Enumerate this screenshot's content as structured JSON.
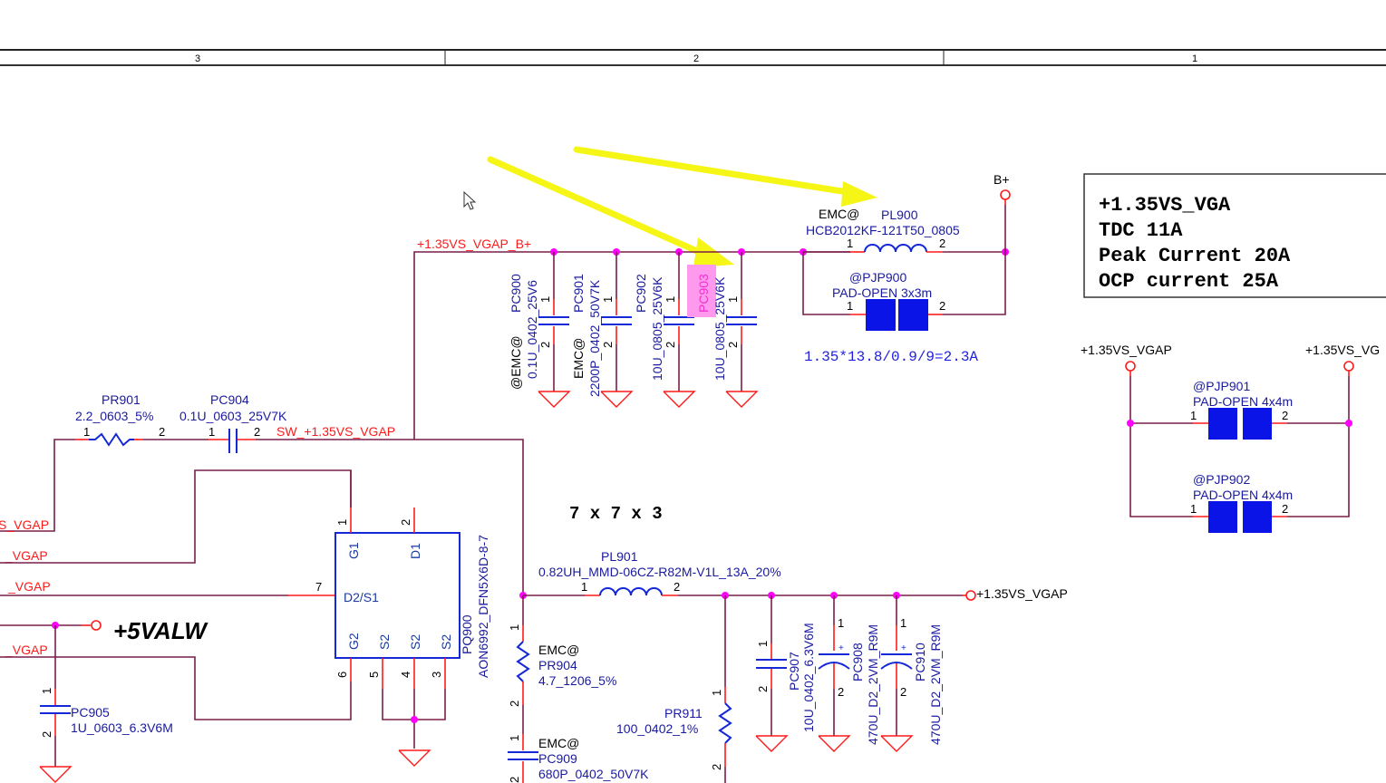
{
  "zone_strip": {
    "zones": [
      "3",
      "2",
      "1"
    ]
  },
  "nets": {
    "vgap_b_plus": "+1.35VS_VGAP_B+",
    "sw_net": "SW_+1.35VS_VGAP",
    "b_plus": "B+",
    "vgap_out": "+1.35VS_VGAP",
    "vgap_left": "+1.35VS_VGAP",
    "vga_right": "+1.35VS_VG",
    "five_valw": "+5VALW",
    "left_net_1": "S_VGAP",
    "left_net_2": "_VGAP",
    "left_net_3": "_VGAP",
    "left_net_4": "_VGAP"
  },
  "components": {
    "pc900": {
      "ref": "PC900",
      "value": "0.1U_0402_25V6",
      "option": "@EMC@"
    },
    "pc901": {
      "ref": "PC901",
      "value": "2200P_0402_50V7K",
      "option": "EMC@"
    },
    "pc902": {
      "ref": "PC902",
      "value": "10U_0805_25V6K"
    },
    "pc903": {
      "ref": "PC903",
      "value": "10U_0805_25V6K"
    },
    "pl900": {
      "ref": "PL900",
      "value": "HCB2012KF-121T50_0805",
      "option": "EMC@"
    },
    "pjp900": {
      "ref": "@PJP900",
      "value": "PAD-OPEN 3x3m"
    },
    "pjp901": {
      "ref": "@PJP901",
      "value": "PAD-OPEN 4x4m"
    },
    "pjp902": {
      "ref": "@PJP902",
      "value": "PAD-OPEN 4x4m"
    },
    "pr901": {
      "ref": "PR901",
      "value": "2.2_0603_5%"
    },
    "pc904": {
      "ref": "PC904",
      "value": "0.1U_0603_25V7K"
    },
    "pq900": {
      "ref": "PQ900",
      "value": "AON6992_DFN5X6D-8-7",
      "pins": {
        "g1": "G1",
        "d1": "D1",
        "d2s1": "D2/S1",
        "g2": "G2",
        "s2a": "S2",
        "s2b": "S2",
        "s2c": "S2"
      }
    },
    "pc905": {
      "ref": "PC905",
      "value": "1U_0603_6.3V6M"
    },
    "pl901": {
      "ref": "PL901",
      "value": "0.82UH_MMD-06CZ-R82M-V1L_13A_20%"
    },
    "pr904": {
      "ref": "PR904",
      "value": "4.7_1206_5%",
      "option": "EMC@"
    },
    "pc909": {
      "ref": "PC909",
      "value": "680P_0402_50V7K",
      "option": "EMC@"
    },
    "pr911": {
      "ref": "PR911",
      "value": "100_0402_1%"
    },
    "pc907": {
      "ref": "PC907",
      "value": "10U_0402_6.3V6M"
    },
    "pc908": {
      "ref": "PC908",
      "value": "470U_D2_2VM_R9M"
    },
    "pc910": {
      "ref": "PC910",
      "value": "470U_D2_2VM_R9M"
    }
  },
  "annotations": {
    "current_calc": "1.35*13.8/0.9/9=2.3A",
    "inductor_size": "7 x 7 x 3",
    "spec_box": [
      "+1.35VS_VGA",
      "TDC 11A",
      "Peak Current 20A",
      "OCP current 25A"
    ]
  },
  "pin_numbers": {
    "one": "1",
    "two": "2",
    "three": "3",
    "four": "4",
    "five": "5",
    "six": "6",
    "seven": "7"
  },
  "colors": {
    "wire": "#7a1f4a",
    "pin": "#ff1a1a",
    "component": "#1428d8",
    "junction": "#ff00ff",
    "highlight": "#ff99ee",
    "arrow": "#f5f516"
  }
}
